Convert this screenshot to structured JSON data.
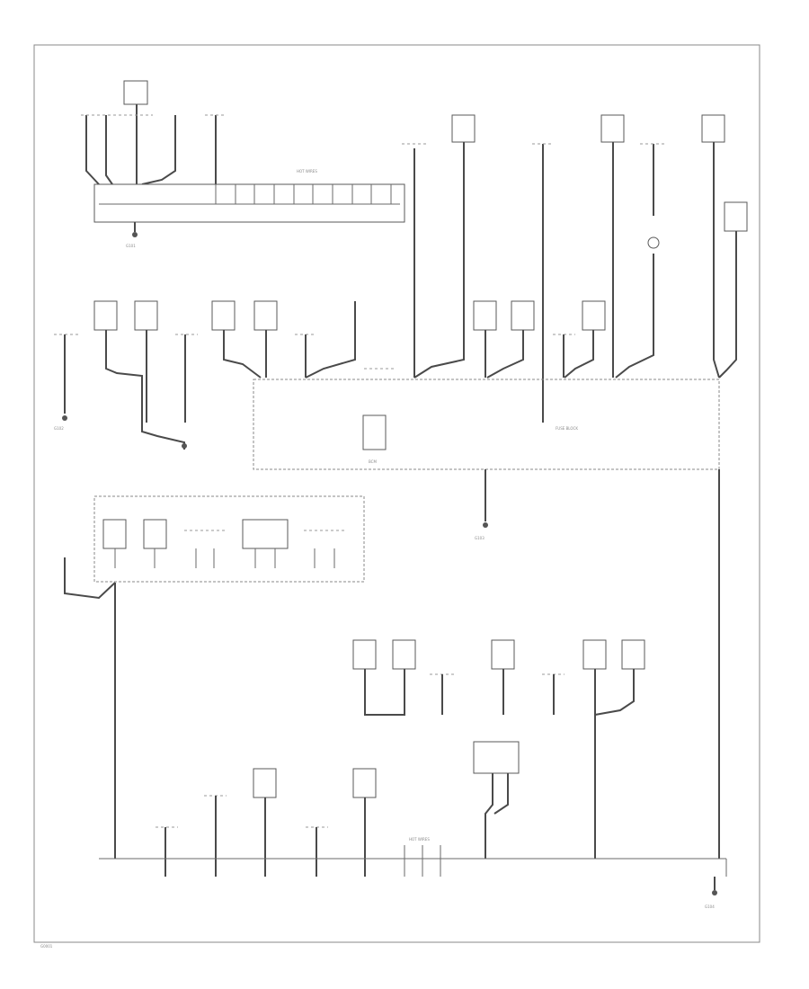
{
  "diagram": {
    "corner_code": "G0001",
    "top_bus_label": "HOT WIRES",
    "bottom_bus_label": "HOT WIRES",
    "center_module_label": "BCM",
    "center_box_label": "FUSE BLOCK",
    "ground_labels": [
      "G101",
      "G102",
      "G103",
      "G104"
    ]
  }
}
